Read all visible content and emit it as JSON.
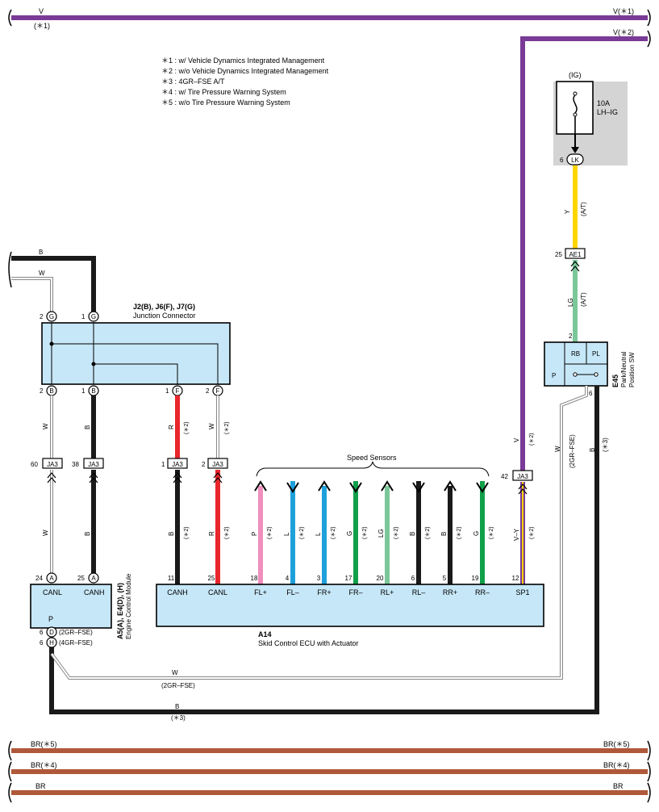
{
  "notes": [
    "＊1 : w/ Vehicle Dynamics Integrated Management",
    "＊2 : w/o Vehicle Dynamics Integrated Management",
    "＊3 : 4GR–FSE A/T",
    "＊4 : w/ Tire Pressure Warning System",
    "＊5 : w/o Tire Pressure Warning System"
  ],
  "top_bus": {
    "left_label": "V",
    "left_note": "(＊1)",
    "right_label": "V(＊1)",
    "right2_label": "V(＊2)"
  },
  "fuse": {
    "ig": "(IG)",
    "rating": "10A",
    "name": "LH–IG",
    "connector": "LK",
    "pin": "6"
  },
  "wire_y": {
    "color": "Y",
    "note": "(A/T)"
  },
  "ae1": {
    "name": "AE1",
    "pin": "25"
  },
  "wire_lg": {
    "color": "LG",
    "note": "(A/T)"
  },
  "e45": {
    "code": "E45",
    "name_line1": "Park/Neutral",
    "name_line2": "Position SW",
    "pin_top": "2",
    "pin_bottom": "6",
    "rb": "RB",
    "pl": "PL",
    "p": "P"
  },
  "junction": {
    "title": "J2(B), J6(F), J7(G)",
    "subtitle": "Junction Connector",
    "pins_top": [
      {
        "num": "2",
        "letter": "G"
      },
      {
        "num": "1",
        "letter": "G"
      }
    ],
    "pins_bottom": [
      {
        "num": "2",
        "letter": "B"
      },
      {
        "num": "1",
        "letter": "B"
      },
      {
        "num": "1",
        "letter": "F"
      },
      {
        "num": "2",
        "letter": "F"
      }
    ]
  },
  "left_wires": {
    "b": "B",
    "w": "W"
  },
  "ja3_connectors": [
    {
      "pin": "60",
      "name": "JA3"
    },
    {
      "pin": "38",
      "name": "JA3"
    },
    {
      "pin": "1",
      "name": "JA3"
    },
    {
      "pin": "2",
      "name": "JA3"
    },
    {
      "pin": "42",
      "name": "JA3"
    }
  ],
  "upper_wires": [
    {
      "color": "W",
      "note": ""
    },
    {
      "color": "B",
      "note": ""
    },
    {
      "color": "R",
      "note": "(＊2)"
    },
    {
      "color": "W",
      "note": "(＊2)"
    },
    {
      "color": "V",
      "note": "(＊2)"
    }
  ],
  "speed_sensors_label": "Speed Sensors",
  "lower_wires": [
    {
      "color": "W",
      "note": ""
    },
    {
      "color": "B",
      "note": ""
    },
    {
      "color": "B",
      "note": "(＊2)"
    },
    {
      "color": "R",
      "note": "(＊2)"
    },
    {
      "color": "P",
      "note": "(＊2)"
    },
    {
      "color": "L",
      "note": "(＊2)"
    },
    {
      "color": "L",
      "note": "(＊2)"
    },
    {
      "color": "G",
      "note": "(＊2)"
    },
    {
      "color": "LG",
      "note": "(＊2)"
    },
    {
      "color": "B",
      "note": "(＊2)"
    },
    {
      "color": "B",
      "note": "(＊2)"
    },
    {
      "color": "G",
      "note": "(＊2)"
    },
    {
      "color": "V–Y",
      "note": "(＊2)"
    }
  ],
  "ecm": {
    "code": "A5(A), E4(D), (H)",
    "name": "Engine Control Module",
    "pins": [
      {
        "num": "24",
        "letter": "A",
        "label": "CANL"
      },
      {
        "num": "25",
        "letter": "A",
        "label": "CANH"
      }
    ],
    "p": "P",
    "bottom_pins": [
      {
        "num": "6",
        "letter": "D",
        "note": "(2GR–FSE)"
      },
      {
        "num": "6",
        "letter": "H",
        "note": "(4GR–FSE)"
      }
    ]
  },
  "skid": {
    "code": "A14",
    "name": "Skid Control ECU with Actuator",
    "pins": [
      {
        "num": "11",
        "label": "CANH"
      },
      {
        "num": "25",
        "label": "CANL"
      },
      {
        "num": "18",
        "label": "FL+"
      },
      {
        "num": "4",
        "label": "FL–"
      },
      {
        "num": "3",
        "label": "FR+"
      },
      {
        "num": "17",
        "label": "FR–"
      },
      {
        "num": "20",
        "label": "RL+"
      },
      {
        "num": "6",
        "label": "RL–"
      },
      {
        "num": "5",
        "label": "RR+"
      },
      {
        "num": "19",
        "label": "RR–"
      },
      {
        "num": "12",
        "label": "SP1"
      }
    ]
  },
  "e45_wires": {
    "w_color": "W",
    "w_note": "(2GR–FSE)",
    "b_color": "B",
    "b_note": "(＊3)"
  },
  "bottom_wires": {
    "w_color": "W",
    "w_note": "(2GR–FSE)",
    "b_color": "B",
    "b_note": "(＊3)"
  },
  "br_bus": [
    {
      "left": "BR(＊5)",
      "right": "BR(＊5)"
    },
    {
      "left": "BR(＊4)",
      "right": "BR(＊4)"
    },
    {
      "left": "BR",
      "right": "BR"
    }
  ],
  "colors": {
    "violet": "#7a3b96",
    "black": "#1a1a1a",
    "red": "#e8262c",
    "pink": "#ef8fbd",
    "blue": "#1ea0dc",
    "green": "#11a04a",
    "light_green": "#7cc79a",
    "yellow": "#ffd500",
    "brown": "#b0593a",
    "ecu_fill": "#c6e7f7",
    "grey": "#d4d4d4"
  }
}
